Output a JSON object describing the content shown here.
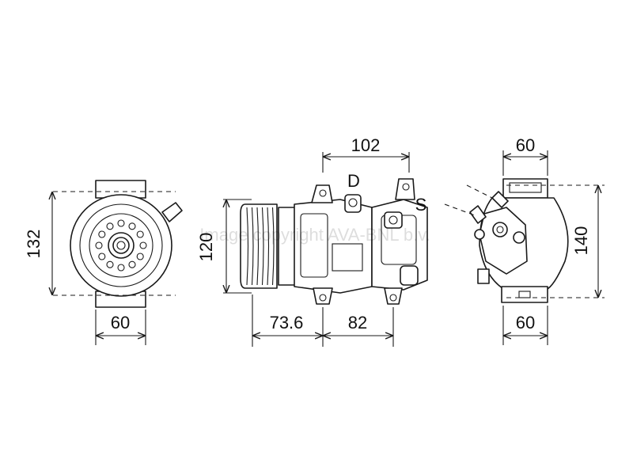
{
  "dimensions": {
    "front_height": "132",
    "front_width": "60",
    "side_top_length": "102",
    "side_height": "120",
    "side_left_length": "73.6",
    "side_right_length": "82",
    "rear_top_width": "60",
    "rear_height": "140",
    "rear_bottom_width": "60"
  },
  "port_labels": {
    "discharge": "D",
    "suction": "S"
  },
  "watermark": "Image copyright AVA-BNL b.v."
}
